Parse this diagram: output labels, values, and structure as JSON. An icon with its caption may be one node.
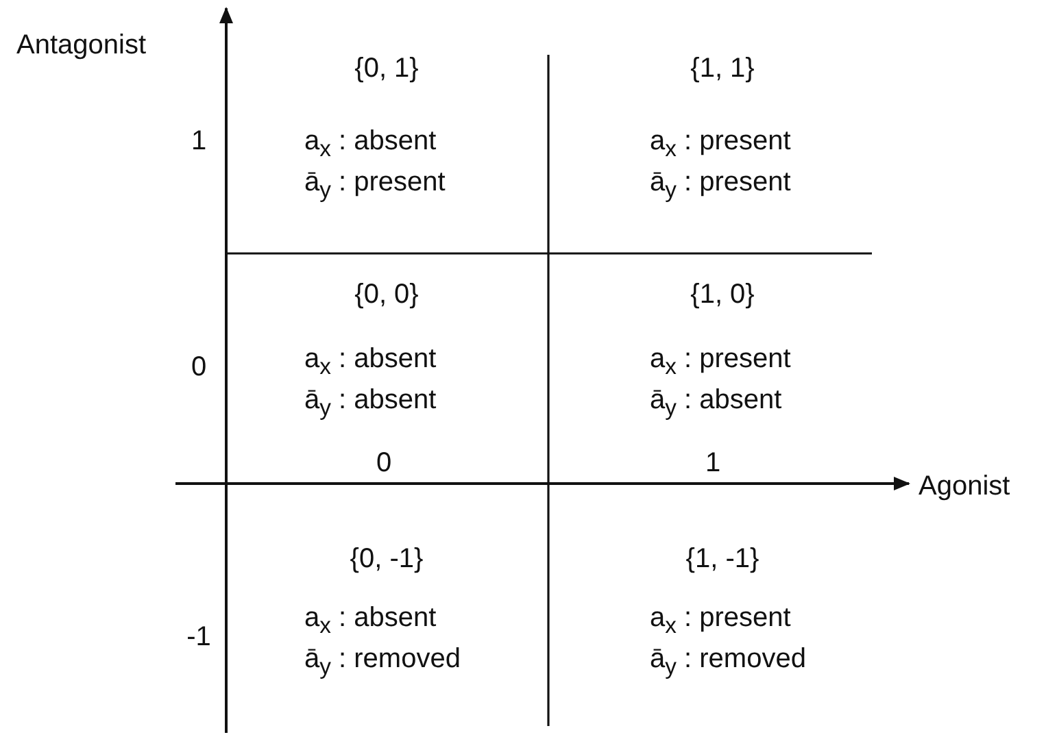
{
  "diagram": {
    "labels": [
      "Antagonist",
      "{0, 1}",
      "{1, 1}",
      "1",
      "a$_{x}$ : absent",
      "a$_{x}$ : present",
      "ā$_{y}$ : present",
      "ā$_{y}$ : present",
      "{0, 0}",
      "{1, 0}",
      "0",
      "a$_{x}$ : absent",
      "a$_{x}$ : present",
      "ā$_{y}$ : absent",
      "ā$_{y}$ : absent",
      "0",
      "1",
      "Agonist",
      "{0, -1}",
      "{1, -1}",
      "a$_{x}$ : absent",
      "a$_{x}$ : present",
      "-1",
      "ā$_{y}$ : removed",
      "ā$_{y}$ : removed"
    ]
  }
}
